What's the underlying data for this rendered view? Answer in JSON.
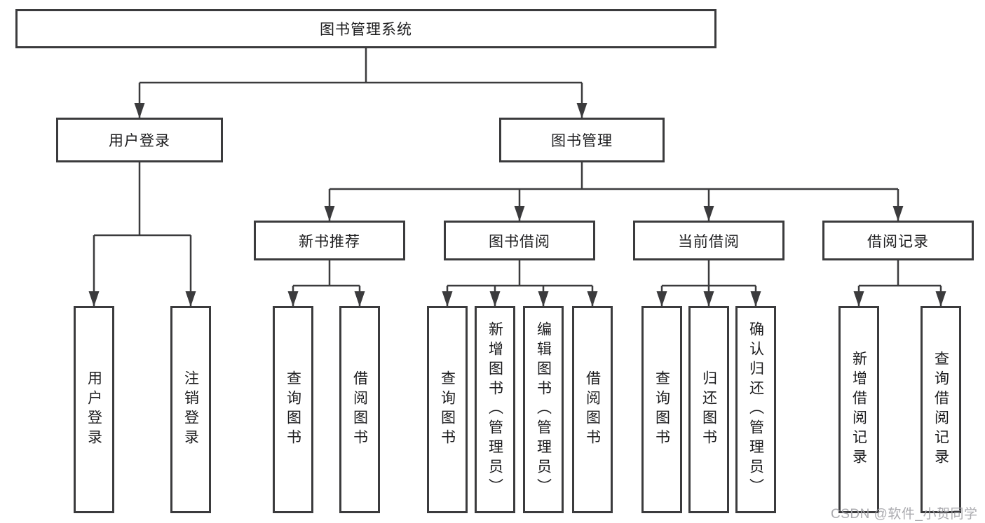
{
  "diagram": {
    "root": {
      "label": "图书管理系统"
    },
    "level2": [
      {
        "id": "user-login",
        "label": "用户登录"
      },
      {
        "id": "book-management",
        "label": "图书管理"
      }
    ],
    "level3": [
      {
        "id": "new-book-recommend",
        "parent": "图书管理",
        "label": "新书推荐"
      },
      {
        "id": "book-borrowing",
        "parent": "图书管理",
        "label": "图书借阅"
      },
      {
        "id": "current-borrowing",
        "parent": "图书管理",
        "label": "当前借阅"
      },
      {
        "id": "borrowing-records",
        "parent": "图书管理",
        "label": "借阅记录"
      }
    ],
    "leaves": [
      {
        "parent": "用户登录",
        "label": "用户登录"
      },
      {
        "parent": "用户登录",
        "label": "注销登录"
      },
      {
        "parent": "新书推荐",
        "label": "查询图书"
      },
      {
        "parent": "新书推荐",
        "label": "借阅图书"
      },
      {
        "parent": "图书借阅",
        "label": "查询图书"
      },
      {
        "parent": "图书借阅",
        "label": "新增图书（管理员）"
      },
      {
        "parent": "图书借阅",
        "label": "编辑图书（管理员）"
      },
      {
        "parent": "图书借阅",
        "label": "借阅图书"
      },
      {
        "parent": "当前借阅",
        "label": "查询图书"
      },
      {
        "parent": "当前借阅",
        "label": "归还图书"
      },
      {
        "parent": "当前借阅",
        "label": "确认归还（管理员）"
      },
      {
        "parent": "借阅记录",
        "label": "新增借阅记录"
      },
      {
        "parent": "借阅记录",
        "label": "查询借阅记录"
      }
    ],
    "watermark": "CSDN @软件_小贺同学",
    "colors": {
      "line": "#3b3b3d",
      "text": "#1c1c1e",
      "background": "#ffffff",
      "watermark": "#a4a4a8"
    }
  }
}
